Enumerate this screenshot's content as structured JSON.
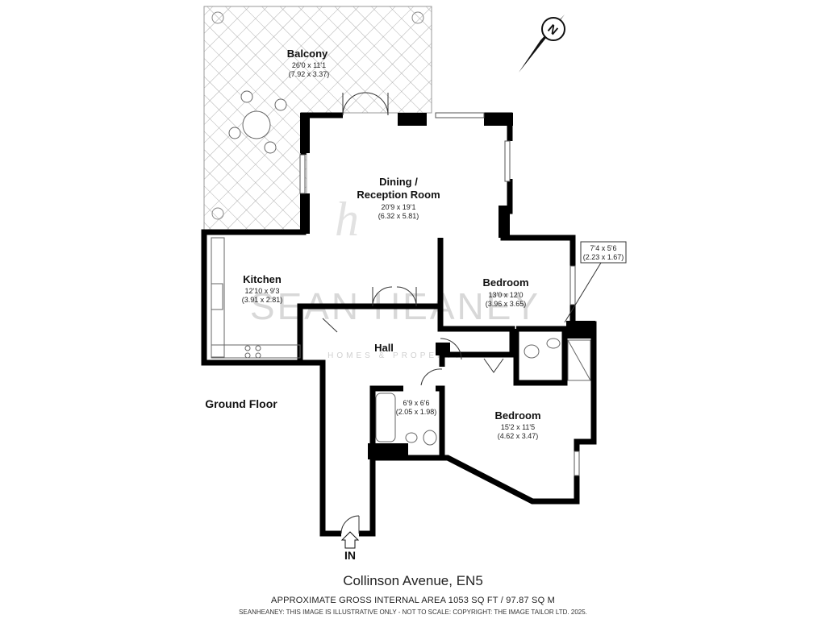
{
  "rooms": {
    "balcony": {
      "name": "Balcony",
      "dims_imperial": "26'0 x 11'1",
      "dims_metric": "(7.92 x 3.37)"
    },
    "dining": {
      "name_line1": "Dining /",
      "name_line2": "Reception Room",
      "dims_imperial": "20'9 x 19'1",
      "dims_metric": "(6.32 x 5.81)"
    },
    "kitchen": {
      "name": "Kitchen",
      "dims_imperial": "12'10 x 9'3",
      "dims_metric": "(3.91 x 2.81)"
    },
    "bedroom1": {
      "name": "Bedroom",
      "dims_imperial": "13'0 x 12'0",
      "dims_metric": "(3.96 x 3.65)"
    },
    "bedroom2": {
      "name": "Bedroom",
      "dims_imperial": "15'2 x 11'5",
      "dims_metric": "(4.62 x 3.47)"
    },
    "hall": {
      "name": "Hall"
    },
    "bathroom": {
      "dims_imperial": "6'9 x 6'6",
      "dims_metric": "(2.05 x 1.98)"
    },
    "ensuite": {
      "dims_imperial": "7'4 x 5'6",
      "dims_metric": "(2.23 x 1.67)"
    }
  },
  "floor_label": "Ground Floor",
  "entrance_label": "IN",
  "compass_label": "N",
  "watermark": {
    "main": "SEAN HEANEY",
    "sub": "HOMES & PROPERTY",
    "logo": "h"
  },
  "footer": {
    "address": "Collinson Avenue, EN5",
    "area": "APPROXIMATE GROSS INTERNAL AREA 1053 SQ FT / 97.87 SQ M",
    "disclaimer": "SEANHEANEY: THIS IMAGE IS ILLUSTRATIVE ONLY - NOT TO SCALE: COPYRIGHT: THE IMAGE TAILOR LTD. 2025."
  },
  "colors": {
    "wall": "#000000",
    "hatch": "#999999",
    "watermark": "#d8d8d8",
    "window": "#bdbdbd"
  }
}
